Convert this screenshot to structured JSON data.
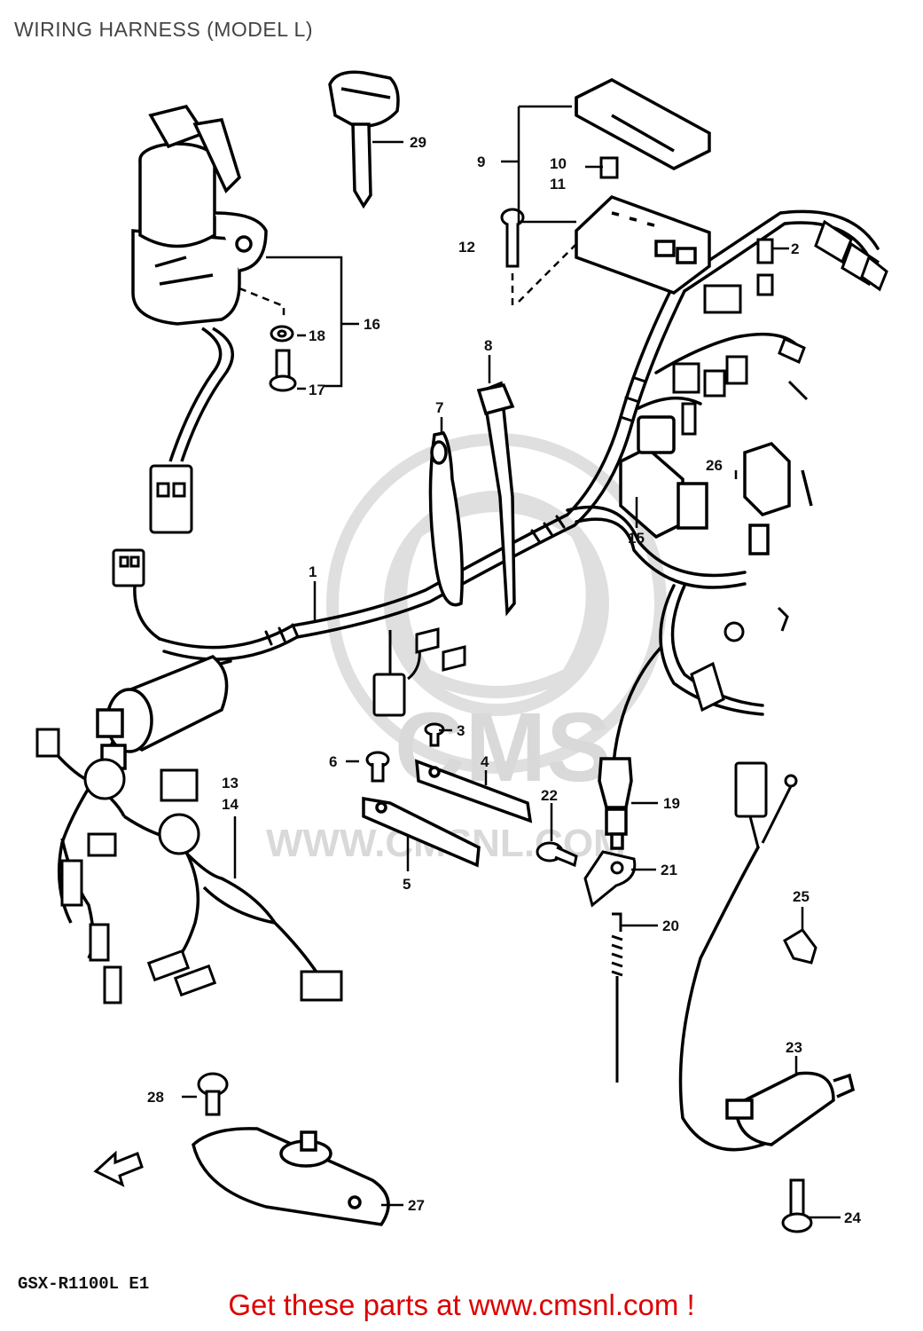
{
  "title": "WIRING HARNESS (MODEL L)",
  "model_code": "GSX-R1100L E1",
  "footer": "Get these parts at www.cmsnl.com !",
  "watermark": {
    "brand": "CMS",
    "url": "WWW.CMSNL.COM",
    "color": "#d9d9d9"
  },
  "colors": {
    "ink": "#000000",
    "footer": "#dd0000",
    "title": "#444444"
  },
  "callouts": [
    {
      "id": "1",
      "label": "1",
      "part": "main wiring harness"
    },
    {
      "id": "2",
      "label": "2",
      "part": "fuse"
    },
    {
      "id": "3",
      "label": "3",
      "part": "screw"
    },
    {
      "id": "4",
      "label": "4",
      "part": "bracket"
    },
    {
      "id": "5",
      "label": "5",
      "part": "bracket"
    },
    {
      "id": "6",
      "label": "6",
      "part": "bolt"
    },
    {
      "id": "7",
      "label": "7",
      "part": "clamp band"
    },
    {
      "id": "8",
      "label": "8",
      "part": "cable tie"
    },
    {
      "id": "9",
      "label": "9",
      "part": "fuse box"
    },
    {
      "id": "10",
      "label": "10",
      "part": "fuse"
    },
    {
      "id": "11",
      "label": "11",
      "part": "fuse"
    },
    {
      "id": "12",
      "label": "12",
      "part": "screw"
    },
    {
      "id": "13",
      "label": "13",
      "part": "sub harness"
    },
    {
      "id": "14",
      "label": "14",
      "part": "sub harness"
    },
    {
      "id": "15",
      "label": "15",
      "part": "relay"
    },
    {
      "id": "16",
      "label": "16",
      "part": "ignition switch"
    },
    {
      "id": "17",
      "label": "17",
      "part": "bolt"
    },
    {
      "id": "18",
      "label": "18",
      "part": "washer"
    },
    {
      "id": "19",
      "label": "19",
      "part": "brake light switch"
    },
    {
      "id": "20",
      "label": "20",
      "part": "spring"
    },
    {
      "id": "21",
      "label": "21",
      "part": "bracket"
    },
    {
      "id": "22",
      "label": "22",
      "part": "screw"
    },
    {
      "id": "23",
      "label": "23",
      "part": "resistor"
    },
    {
      "id": "24",
      "label": "24",
      "part": "bolt"
    },
    {
      "id": "25",
      "label": "25",
      "part": "clamp"
    },
    {
      "id": "26",
      "label": "26",
      "part": "relay"
    },
    {
      "id": "27",
      "label": "27",
      "part": "horn"
    },
    {
      "id": "28",
      "label": "28",
      "part": "bolt"
    },
    {
      "id": "29",
      "label": "29",
      "part": "key"
    }
  ]
}
